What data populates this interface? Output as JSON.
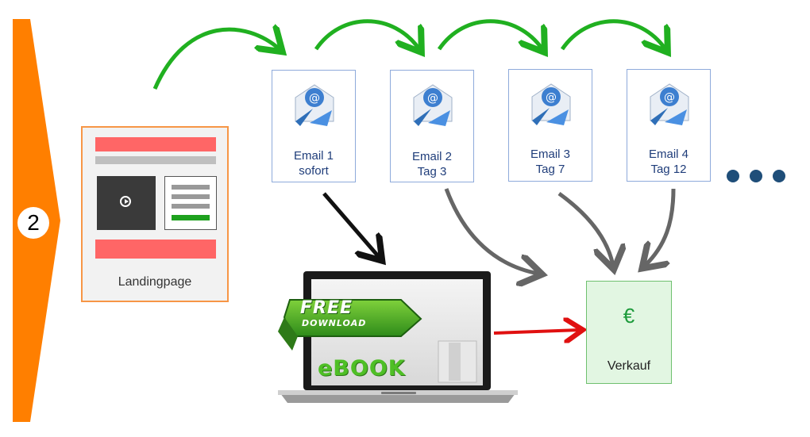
{
  "step": {
    "number": "2"
  },
  "landing_page": {
    "label": "Landingpage"
  },
  "emails": [
    {
      "line1": "Email 1",
      "line2": "sofort"
    },
    {
      "line1": "Email 2",
      "line2": "Tag 3"
    },
    {
      "line1": "Email 3",
      "line2": "Tag 7"
    },
    {
      "line1": "Email 4",
      "line2": "Tag 12"
    }
  ],
  "ebook": {
    "badge_line1": "FREE",
    "badge_line2": "DOWNLOAD",
    "title": "eBOOK"
  },
  "sale": {
    "symbol": "€",
    "label": "Verkauf"
  },
  "colors": {
    "step_arrow": "#ff7f00",
    "flow_arrow_green": "#20b020",
    "email_to_ebook_arrow": "#111111",
    "email_to_sale_arrow": "#666666",
    "ebook_to_sale_arrow": "#e01010",
    "more_dots": "#1f4e79"
  },
  "icons": [
    "email-envelope-icon",
    "play-icon",
    "laptop-icon",
    "ellipsis-icon"
  ]
}
